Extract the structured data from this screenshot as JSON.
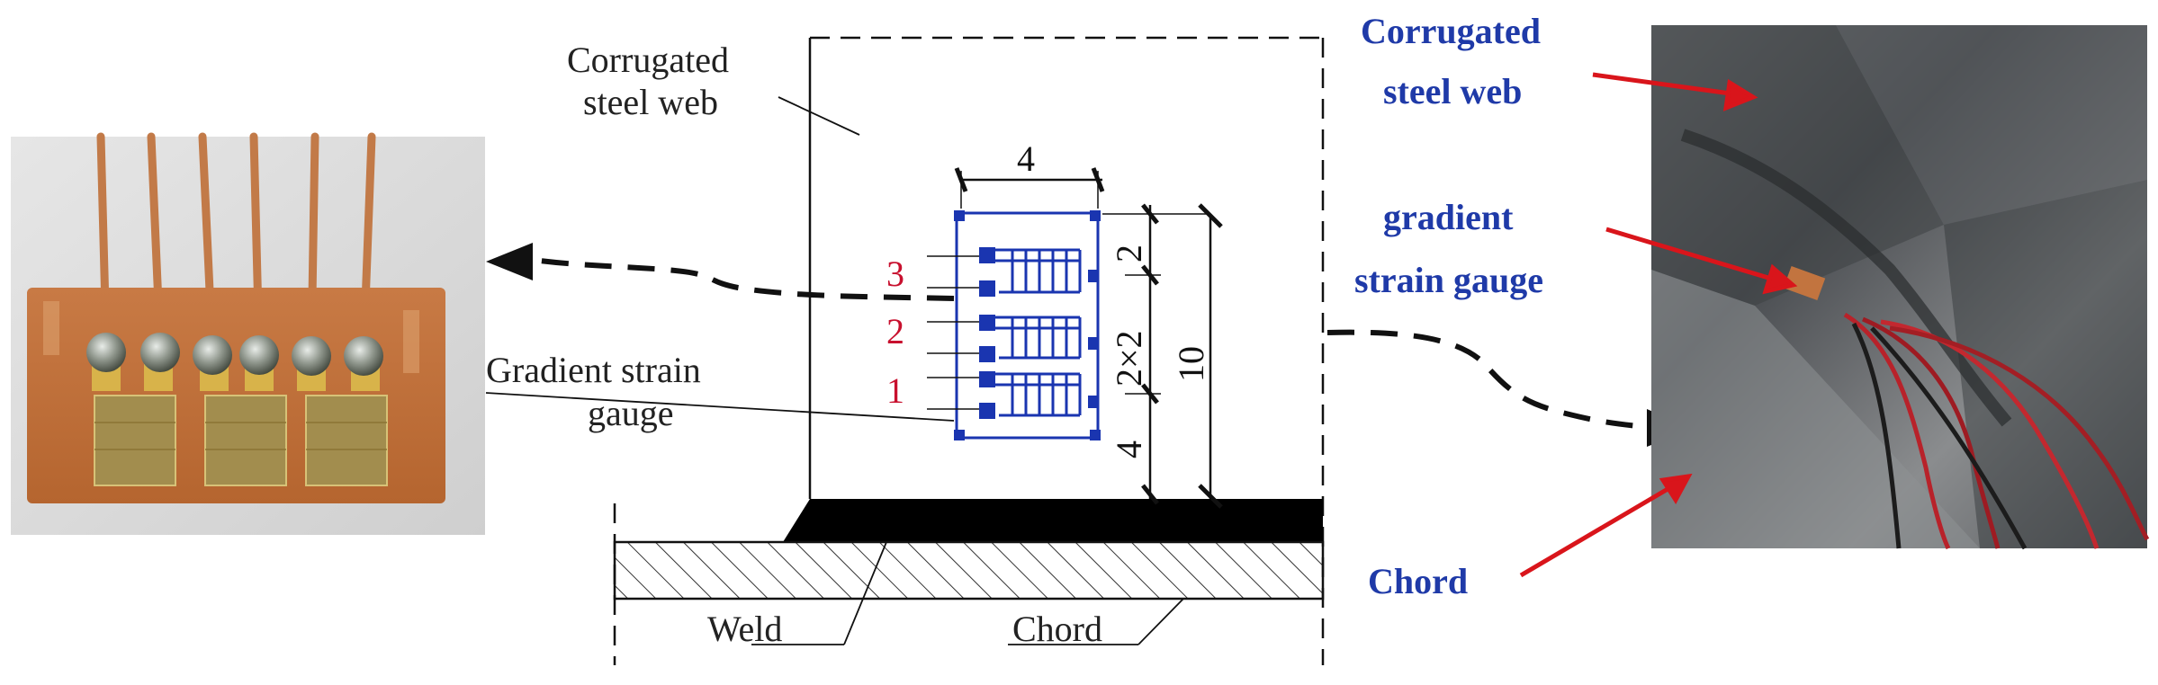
{
  "diagram": {
    "labels": {
      "corrugated_web_1": "Corrugated",
      "corrugated_web_2": "steel web",
      "gradient_gauge_1": "Gradient strain",
      "gradient_gauge_2": "gauge",
      "weld": "Weld",
      "chord": "Chord"
    },
    "dimensions": {
      "width_top": "4",
      "height_total": "10",
      "spacing_top": "2",
      "spacing_mid": "2×2",
      "spacing_bottom": "4"
    },
    "gauge_numbers": [
      "3",
      "2",
      "1"
    ],
    "photo_right_labels": {
      "web_1": "Corrugated",
      "web_2": "steel web",
      "gauge_1": "gradient",
      "gauge_2": "strain gauge",
      "chord": "Chord"
    },
    "colors": {
      "gauge_blue": "#1a35b0",
      "label_blue": "#1f3aa8",
      "number_red": "#c8102e",
      "arrow_red": "#d9151b",
      "copper": "#c2743f"
    }
  }
}
